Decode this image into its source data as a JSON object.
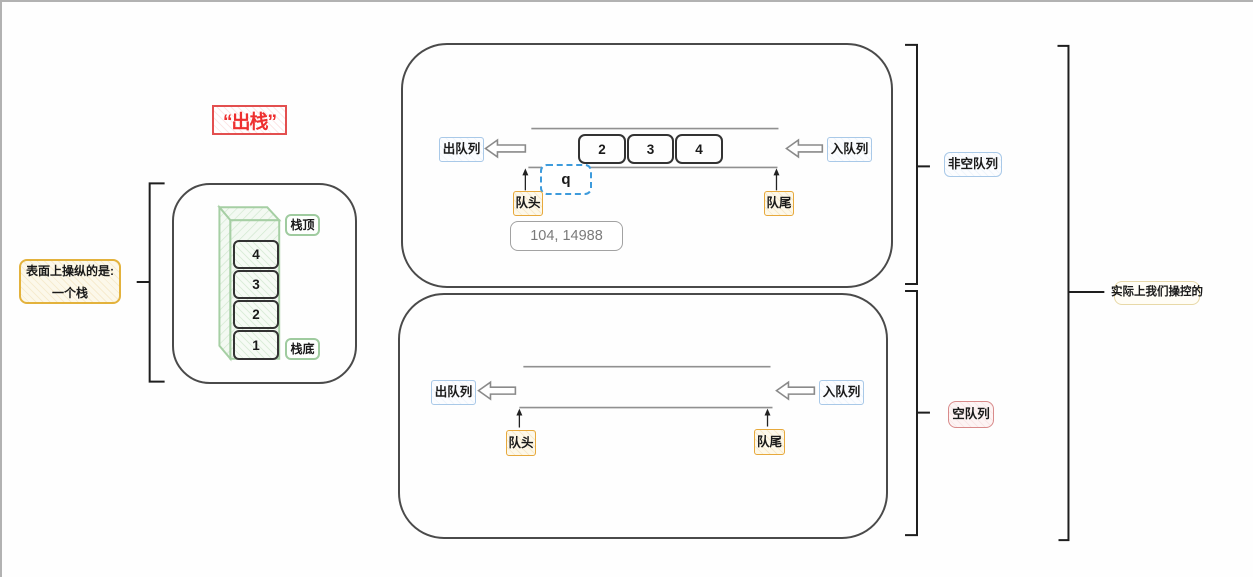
{
  "pop_note": "“出栈”",
  "surface_note": {
    "line1": "表面上操纵的是:",
    "line2": "一个栈"
  },
  "stack": {
    "top_label": "栈顶",
    "bottom_label": "栈底",
    "items": [
      "4",
      "3",
      "2",
      "1"
    ]
  },
  "queue_full": {
    "side_label": "非空队列",
    "dequeue_label": "出队列",
    "enqueue_label": "入队列",
    "head_label": "队头",
    "tail_label": "队尾",
    "items": [
      "2",
      "3",
      "4"
    ],
    "selected_node": "q",
    "position_readout": "104, 14988"
  },
  "queue_empty": {
    "side_label": "空队列",
    "dequeue_label": "出队列",
    "enqueue_label": "入队列",
    "head_label": "队头",
    "tail_label": "队尾"
  },
  "outer_note": "实际上我们操控的",
  "colors": {
    "red_accent": "#ee3030",
    "yellow_border": "#e7a93c",
    "blue_border": "#a9c9e8",
    "green_border": "#9fcb9f",
    "pink_border": "#d98b8b",
    "cream_border": "#e8d9a8",
    "selection_blue": "#3d9bdc",
    "container_border": "#4a4a4a",
    "bracket": "#1e1e1e",
    "queue_line": "#909090"
  },
  "icons": {
    "dequeue_arrow": "hollow-left-arrow",
    "enqueue_arrow": "hollow-left-arrow",
    "head_pointer": "thin-up-arrow",
    "tail_pointer": "thin-up-arrow"
  }
}
